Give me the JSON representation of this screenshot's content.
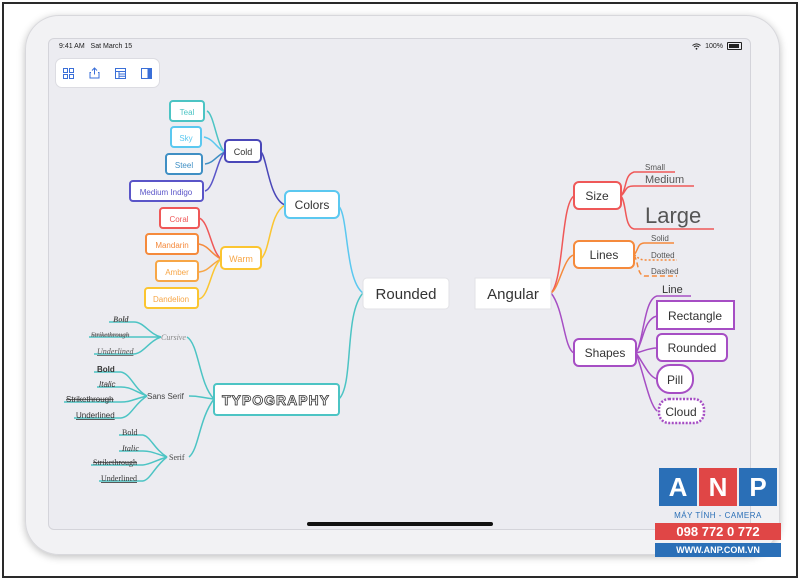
{
  "status_bar": {
    "time": "9:41 AM",
    "date": "Sat March 15",
    "battery": "100%"
  },
  "toolbar": {
    "icons": [
      "grid-icon",
      "share-icon",
      "outline-icon",
      "sidebar-icon"
    ]
  },
  "mindmap": {
    "center_left": "Rounded",
    "center_right": "Angular",
    "colors": "Colors",
    "cold": "Cold",
    "teal": "Teal",
    "sky": "Sky",
    "steel": "Steel",
    "medium_indigo": "Medium Indigo",
    "warm": "Warm",
    "coral": "Coral",
    "mandarin": "Mandarin",
    "amber": "Amber",
    "dandelion": "Dandelion",
    "typography": "TYPOGRAPHY",
    "cursive": "Cursive",
    "cursive_bold": "Bold",
    "cursive_strike": "Strikethrough",
    "cursive_underline": "Underlined",
    "sans_serif": "Sans Serif",
    "sans_bold": "Bold",
    "sans_italic": "Italic",
    "sans_strike": "Strikethrough",
    "sans_underline": "Underlined",
    "serif": "Serif",
    "serif_bold": "Bold",
    "serif_italic": "Italic",
    "serif_strike": "Strikethrough",
    "serif_underline": "Underlined",
    "size": "Size",
    "small": "Small",
    "medium": "Medium",
    "large": "Large",
    "lines": "Lines",
    "solid": "Solid",
    "dotted": "Dotted",
    "dashed": "Dashed",
    "shapes": "Shapes",
    "line": "Line",
    "rectangle": "Rectangle",
    "rounded": "Rounded",
    "pill": "Pill",
    "cloud": "Cloud"
  },
  "colors": {
    "teal": "#4cc4c4",
    "sky": "#5bc8f0",
    "steel": "#3f8fc4",
    "indigo": "#5a55c8",
    "coral": "#ef5858",
    "mandarin": "#f58a3c",
    "amber": "#f7a646",
    "dandelion": "#fbc531",
    "cold": "#4a47b8",
    "warm": "#f7b733",
    "colors_node": "#5bc8f0",
    "typography": "#4cc4c4",
    "size": "#ef5858",
    "lines": "#f58a3c",
    "shapes": "#a64ec4"
  },
  "watermark": {
    "a": "A",
    "n": "N",
    "p": "P",
    "caption": "MÁY TÍNH - CAMERA",
    "phone": "098 772 0 772",
    "url": "WWW.ANP.COM.VN"
  }
}
